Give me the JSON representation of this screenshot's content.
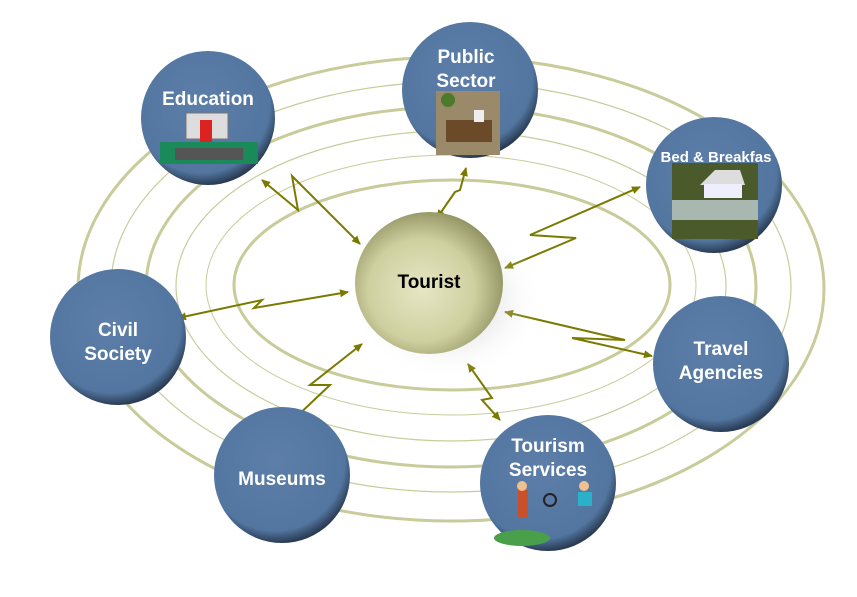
{
  "center": {
    "label": "Tourist"
  },
  "nodes": {
    "education": {
      "label": "Education"
    },
    "public_sector": {
      "line1": "Public",
      "line2": "Sector"
    },
    "bed_breakfast": {
      "label": "Bed & Breakfas"
    },
    "civil_society": {
      "line1": "Civil",
      "line2": "Society"
    },
    "museums": {
      "label": "Museums"
    },
    "tourism_services": {
      "line1": "Tourism",
      "line2": "Services"
    },
    "travel_agencies": {
      "line1": "Travel",
      "line2": "Agencies"
    }
  },
  "colors": {
    "node": "#5577a0",
    "ring": "#c8cc9a",
    "arrow": "#7a7a00",
    "center": "#cfd0a0"
  }
}
